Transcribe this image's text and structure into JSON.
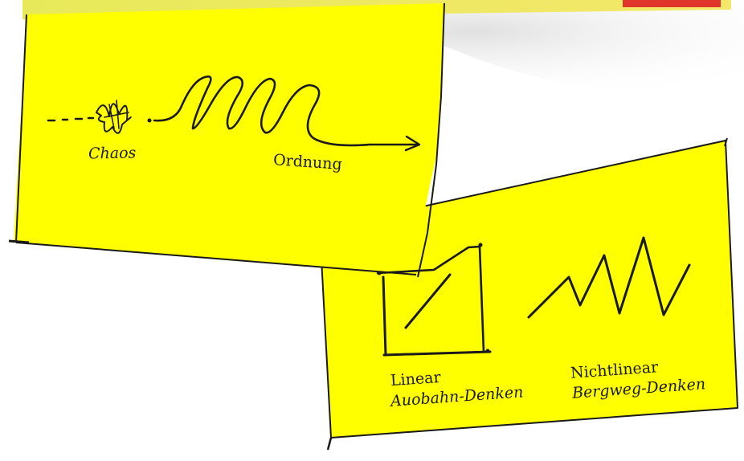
{
  "note1": {
    "label_chaos": "Chaos",
    "label_order": "Ordnung"
  },
  "note2": {
    "linear": {
      "title": "Linear",
      "subtitle": "Auobahn-Denken"
    },
    "nonlinear": {
      "title": "Nichtlinear",
      "subtitle": "Bergweg-Denken"
    }
  },
  "colors": {
    "note_yellow": "#ffff00",
    "ink": "#111111",
    "accent_red": "#e0352b"
  }
}
